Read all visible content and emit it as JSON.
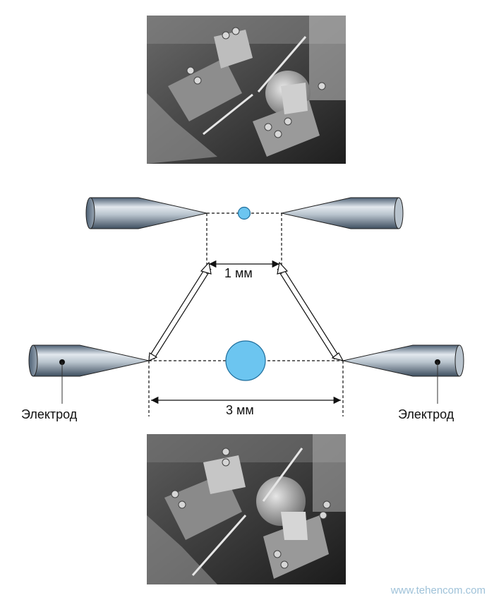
{
  "labels": {
    "gap_small": "1 мм",
    "gap_large": "3 мм",
    "electrode_left": "Электрод",
    "electrode_right": "Электрод"
  },
  "watermark": "www.tehencom.com",
  "colors": {
    "arc_fill": "#6cc5f0",
    "arc_stroke": "#1f6e9c",
    "electrode_light": "#e2e8ee",
    "electrode_dark": "#4c5f73",
    "photo_bg": "#3a3a3a"
  }
}
